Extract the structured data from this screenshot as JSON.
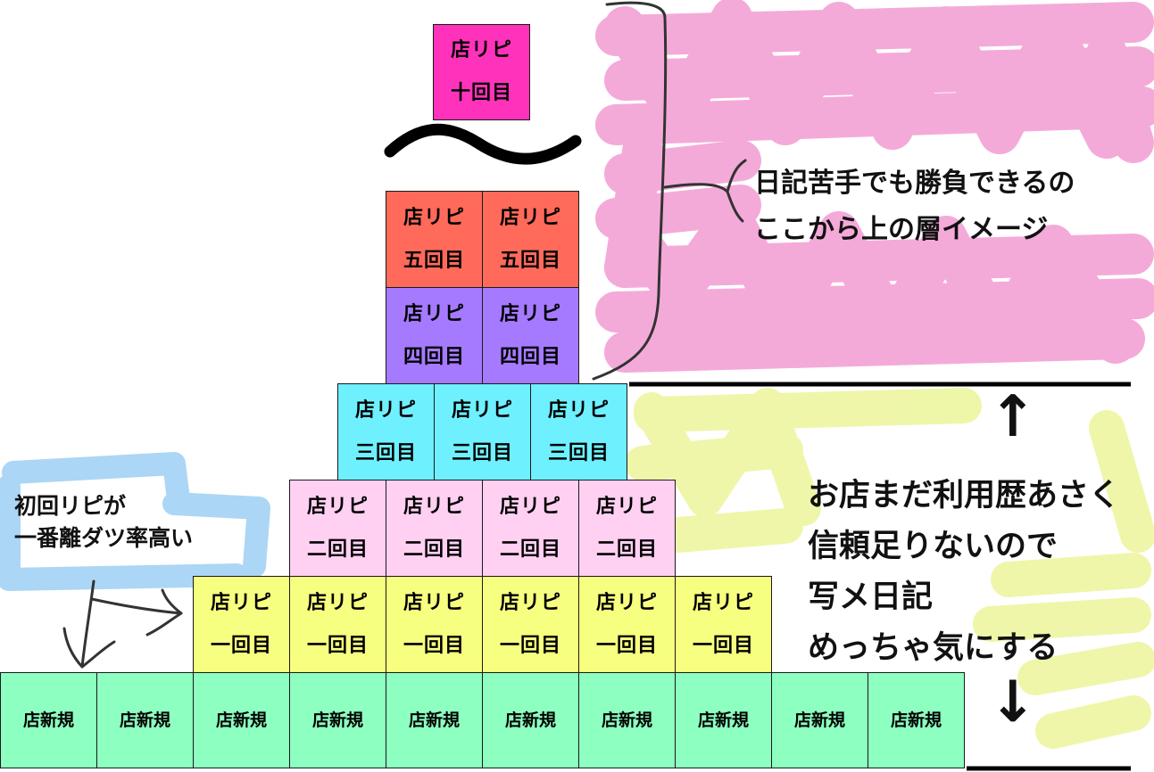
{
  "colors": {
    "new": "#8dffc0",
    "rep1": "#f7ff80",
    "rep2": "#ffd0f2",
    "rep3": "#6ef0ff",
    "rep4": "#a57aff",
    "rep5": "#ff6a5a",
    "rep10": "#ff33bb",
    "pink_scribble": "#f4a6d8",
    "yellow_scribble": "#eef6a4",
    "blue_scribble": "#a8d4f4"
  },
  "pyramid": {
    "top_line1": "店リピ",
    "top_line2": "十回目",
    "rep5_line1": "店リピ",
    "rep5_line2": "五回目",
    "rep4_line1": "店リピ",
    "rep4_line2": "四回目",
    "rep3_line1": "店リピ",
    "rep3_line2": "三回目",
    "rep2_line1": "店リピ",
    "rep2_line2": "二回目",
    "rep1_line1": "店リピ",
    "rep1_line2": "一回目",
    "new_label": "店新規"
  },
  "notes": {
    "left_line1": "初回リピが",
    "left_line2": "一番離ダツ率高い",
    "upper_line1": "日記苦手でも勝負できるの",
    "upper_line2": "ここから上の層イメージ",
    "lower_line1": "お店まだ利用歴あさく",
    "lower_line2": "信頼足りないので",
    "lower_line3": "写メ日記",
    "lower_line4": "めっちゃ気にする"
  },
  "arrows": {
    "up": "↑",
    "down": "↓"
  }
}
